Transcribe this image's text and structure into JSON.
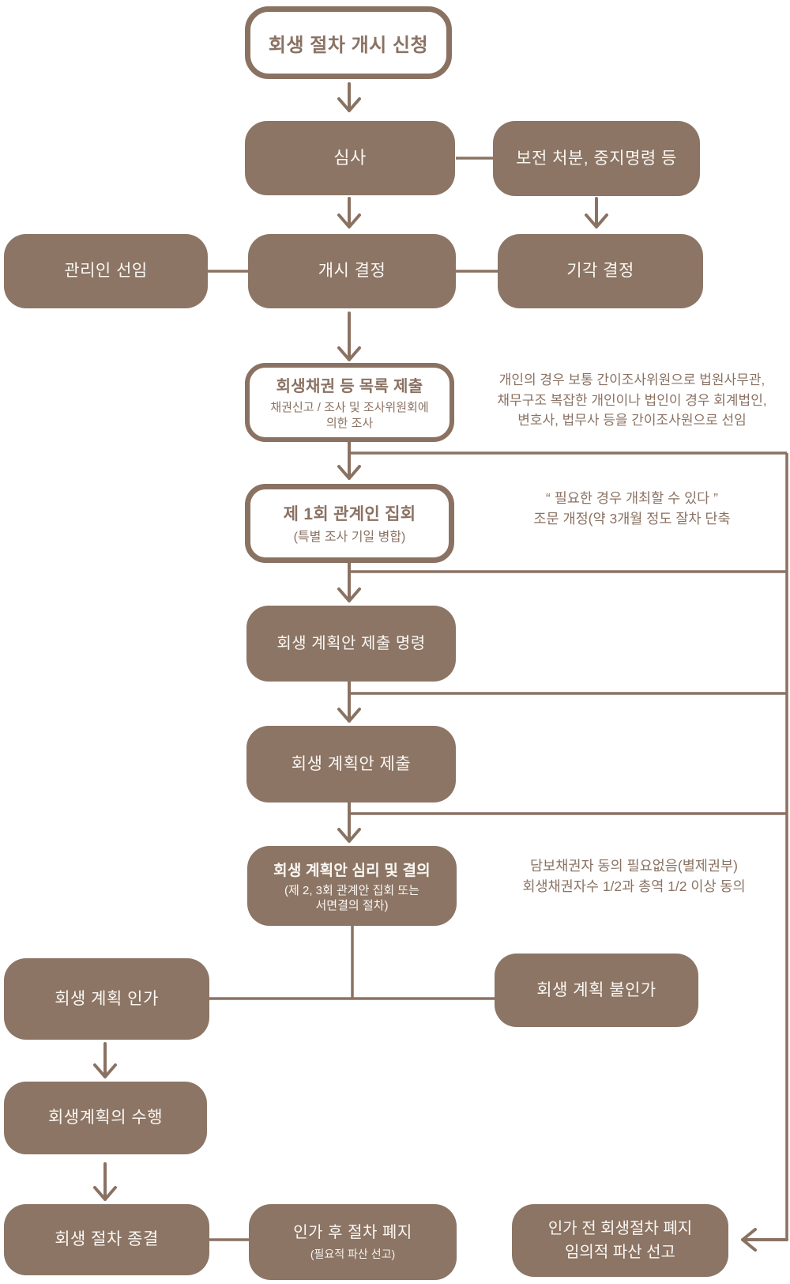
{
  "page": {
    "background": "#ffffff",
    "accent_brown": "#8a7263",
    "box_fill": "#8c7565",
    "text_on_fill": "#faf7f3"
  },
  "flow": {
    "start": {
      "label": "회생 절차 개시 신청"
    },
    "screening": {
      "label": "심사"
    },
    "preservation": {
      "label": "보전 처분, 중지명령 등"
    },
    "custodian": {
      "label": "관리인 선임"
    },
    "commencement": {
      "label": "개시 결정"
    },
    "dismissal": {
      "label": "기각 결정"
    },
    "claims": {
      "title": "회생채권 등 목록 제출",
      "subtitle_lines": [
        "채권신고 / 조사 및 조사위원회에",
        "의한 조사"
      ]
    },
    "note_claims": {
      "lines": [
        "개인의 경우 보통 간이조사위원으로 법원사무관,",
        "채무구조 복잡한 개인이나 법인이 경우 회계법인,",
        "변호사, 법무사 등을 간이조사원으로 선임"
      ]
    },
    "meeting": {
      "title": "제 1회 관계인 집회",
      "subtitle": "(특별 조사 기일 병합)"
    },
    "note_meeting": {
      "lines": [
        "“ 필요한 경우 개최할 수 있다 ”",
        "조문 개정(약 3개월 정도 잘차 단축"
      ]
    },
    "order": {
      "label": "회생 계획안 제출 명령"
    },
    "submission": {
      "label": "회생 계획안 제출"
    },
    "review": {
      "title": "회생 계획안 심리 및 결의",
      "subtitle_lines": [
        "(제 2, 3회 관계안 집회 또는",
        "서면결의 절차)"
      ]
    },
    "note_review": {
      "lines": [
        "담보채권자 동의 필요없음(별제권부)",
        "회생채권자수 1/2과 총역 1/2 이상 동의"
      ]
    },
    "approval": {
      "label": "회생 계획 인가"
    },
    "disapproval": {
      "label": "회생 계획 불인가"
    },
    "execution": {
      "label": "회생계획의 수행"
    },
    "conclusion": {
      "label": "회생 절차 종결"
    },
    "post_approval_abolition": {
      "title": "인가 후 절차 폐지",
      "subtitle": "(필요적 파산 선고)"
    },
    "pre_approval_abolition": {
      "lines": [
        "인가 전 회생절차 폐지",
        "임의적 파산 선고"
      ]
    }
  }
}
